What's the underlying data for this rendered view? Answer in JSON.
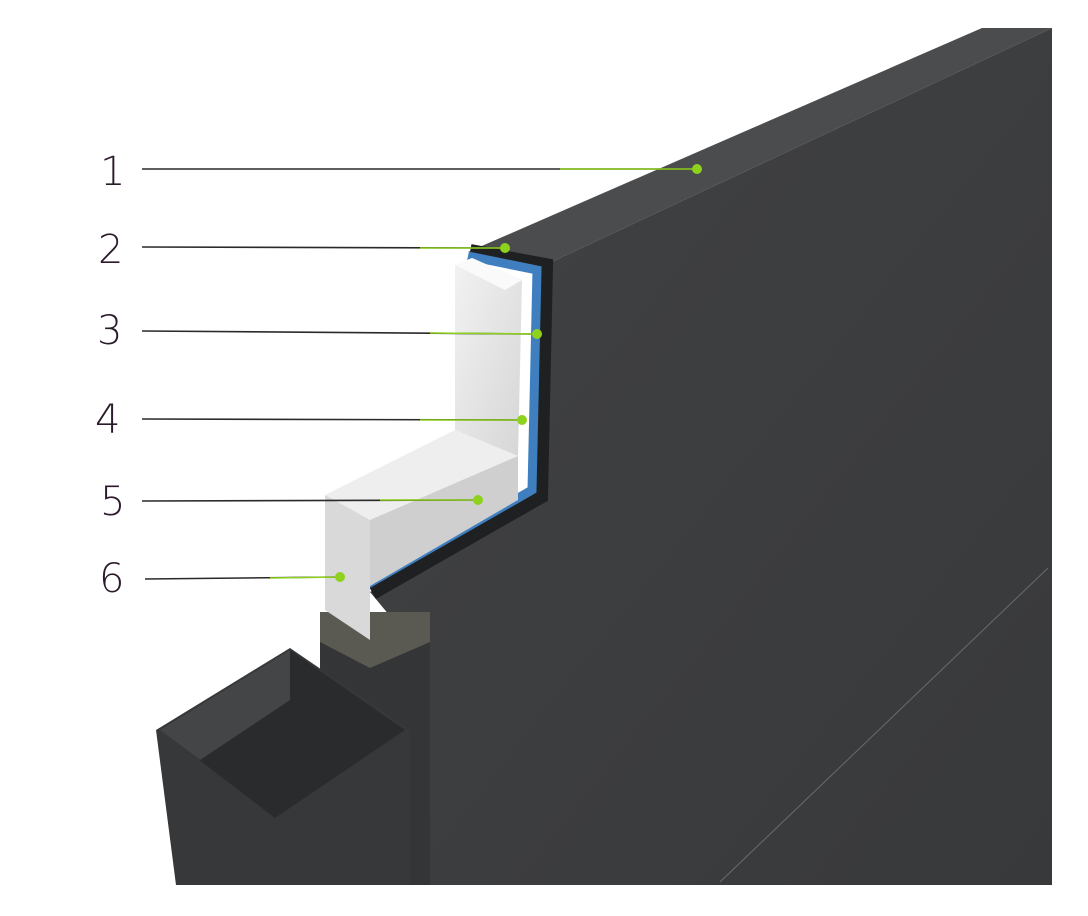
{
  "callouts": [
    {
      "label": "1"
    },
    {
      "label": "2"
    },
    {
      "label": "3"
    },
    {
      "label": "4"
    },
    {
      "label": "5"
    },
    {
      "label": "6"
    }
  ],
  "colors": {
    "wall": "#3d3e40",
    "wall_top": "#4b4c4e",
    "membrane": "#3f7fc0",
    "insulation": "#e6e6e6",
    "leader": "#8fd21e",
    "label": "#2a1a2a"
  }
}
